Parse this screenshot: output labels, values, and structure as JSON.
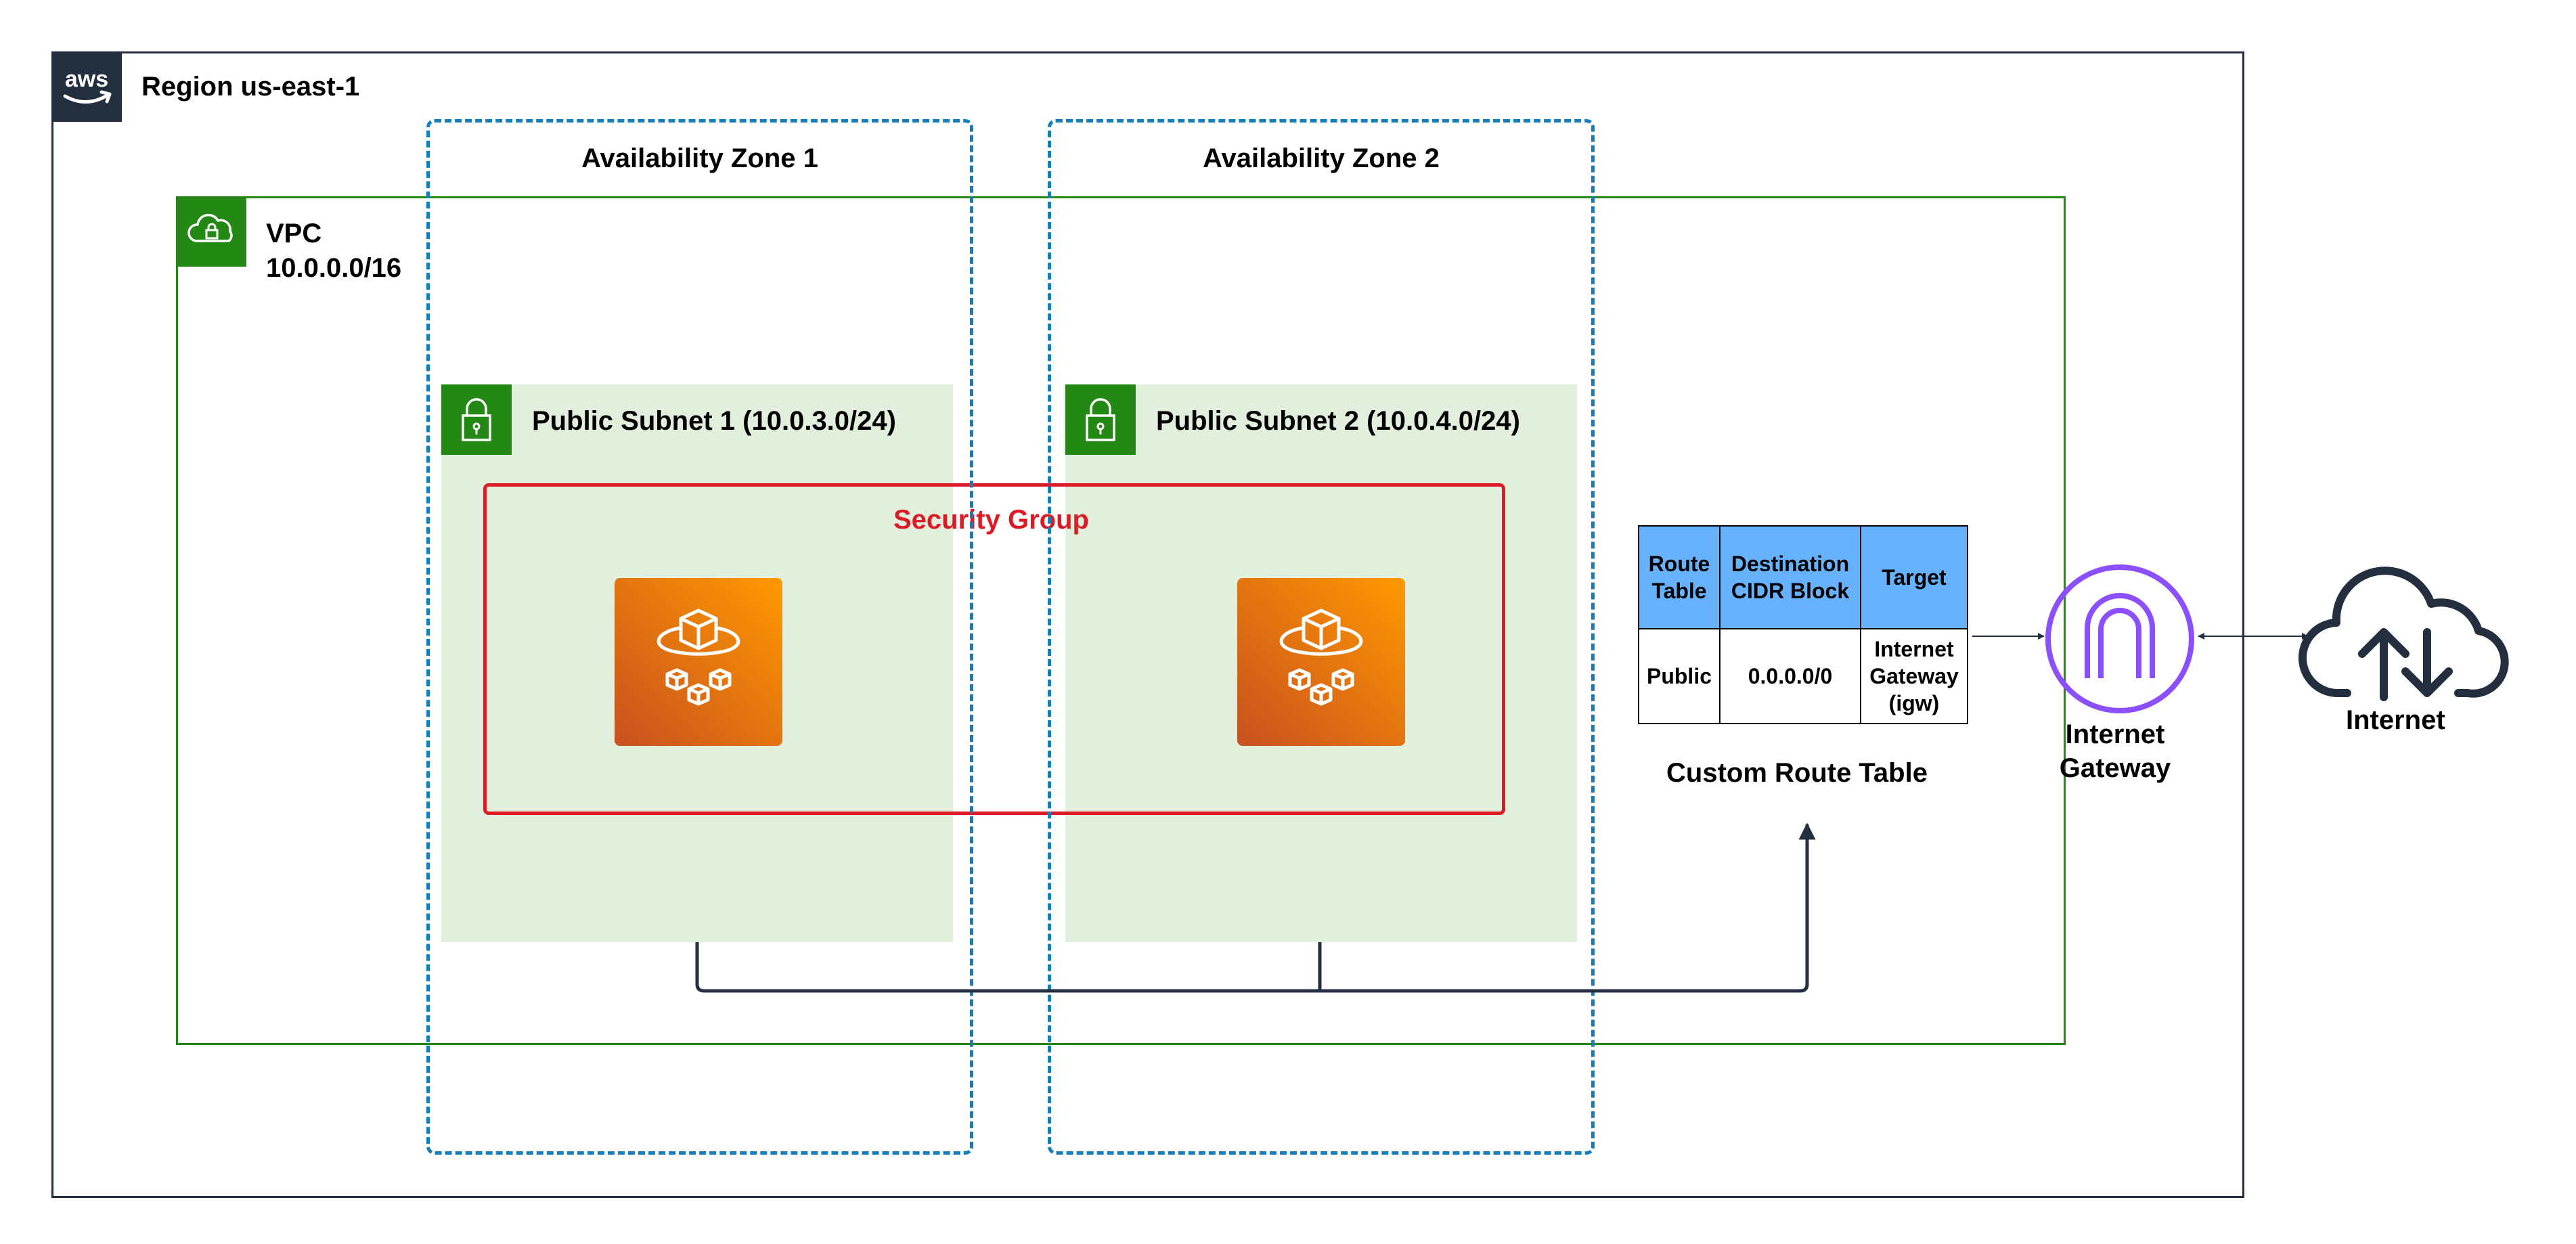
{
  "region": {
    "label": "Region us-east-1"
  },
  "vpc": {
    "label_line1": "VPC",
    "label_line2": "10.0.0.0/16"
  },
  "availability_zones": [
    {
      "label": "Availability Zone 1"
    },
    {
      "label": "Availability Zone 2"
    }
  ],
  "subnets": [
    {
      "label": "Public Subnet 1 (10.0.3.0/24)"
    },
    {
      "label": "Public Subnet 2 (10.0.4.0/24)"
    }
  ],
  "security_group": {
    "label": "Security Group"
  },
  "route_table": {
    "caption": "Custom Route Table",
    "headers": [
      {
        "line1": "Route",
        "line2": "Table"
      },
      {
        "line1": "Destination",
        "line2": "CIDR Block"
      },
      {
        "line1": "Target",
        "line2": ""
      }
    ],
    "row": {
      "route_table": "Public",
      "destination": "0.0.0.0/0",
      "target_line1": "Internet",
      "target_line2": "Gateway",
      "target_line3": "(igw)"
    }
  },
  "internet_gateway": {
    "label_line1": "Internet",
    "label_line2": "Gateway"
  },
  "internet": {
    "label": "Internet"
  },
  "icons": {
    "aws": "aws-logo-icon",
    "vpc": "cloud-lock-icon",
    "subnet": "padlock-icon",
    "compute": "fargate-icon",
    "gateway": "internet-gateway-icon",
    "internet": "cloud-upload-download-icon"
  },
  "colors": {
    "region_border": "#232f3e",
    "vpc": "#248814",
    "subnet_fill": "#e1efdc",
    "security_group": "#dd1b26",
    "availability_zone": "#147eba",
    "route_table_header": "#66b2ff",
    "internet_gateway": "#8c4fff",
    "connector": "#232f3e"
  }
}
